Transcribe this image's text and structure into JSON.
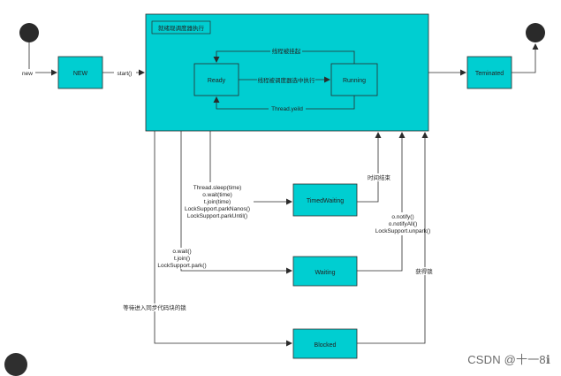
{
  "diagram": {
    "main_box_title": "就绪现调度器执行",
    "states": {
      "new": "NEW",
      "ready": "Ready",
      "running": "Running",
      "terminated": "Teminated",
      "timed_waiting": "TimedWaiting",
      "waiting": "Waiting",
      "blocked": "Blocked"
    },
    "edges": {
      "new": "new",
      "start": "start()",
      "suspend": "线程被挂起",
      "dispatch": "线程被调度器选中执行",
      "yield": "Thread.yeild",
      "timed_wait_calls": [
        "Thread.sleep(time)",
        "o.wait(time)",
        "t.join(time)",
        "LockSupport.parkNanos()",
        "LockSupport.parkUntil()"
      ],
      "wait_calls": [
        "o.wait()",
        "t.join()",
        "LockSupport.park()"
      ],
      "wait_sync": "等待进入同步代码块的锁",
      "time_over": "时间结束",
      "notify_calls": [
        "o.notify()",
        "o.notifyAll()",
        "LockSupport.unpark()"
      ],
      "acquire_lock": "获得锁"
    }
  },
  "watermark": "CSDN @十一8ℹ︎",
  "colors": {
    "state_fill": "#00CED1",
    "stroke": "#2b2b2b",
    "dot": "#2a2a2a"
  }
}
